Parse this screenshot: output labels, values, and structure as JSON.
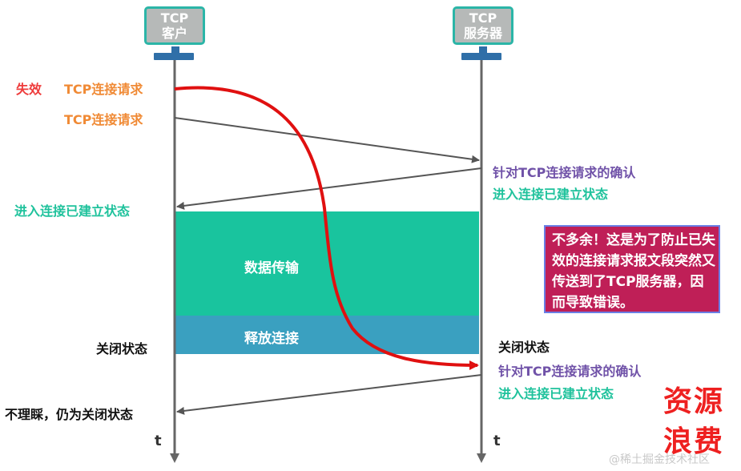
{
  "client": {
    "line1": "TCP",
    "line2": "客户"
  },
  "server": {
    "line1": "TCP",
    "line2": "服务器"
  },
  "left": {
    "invalid_tag": "失效",
    "req1": "TCP连接请求",
    "req2": "TCP连接请求",
    "established": "进入连接已建立状态",
    "closed": "关闭状态",
    "ignore": "不理睬，仍为关闭状态"
  },
  "right": {
    "ack1": "针对TCP连接请求的确认",
    "established1": "进入连接已建立状态",
    "closed": "关闭状态",
    "ack2": "针对TCP连接请求的确认",
    "established2": "进入连接已建立状态"
  },
  "bands": {
    "data": "数据传输",
    "release": "释放连接"
  },
  "note": {
    "text": "不多余！这是为了防止已失效的连接请求报文段突然又传送到了TCP服务器，因而导致错误。"
  },
  "waste": {
    "line1": "资源",
    "line2": "浪费"
  },
  "axis": {
    "t": "t"
  },
  "watermark": "@稀土掘金技术社区",
  "colors": {
    "orange": "#f08a35",
    "red": "#ee3b3b",
    "teal": "#1fc29c",
    "purple": "#7052a8",
    "band_data": "#19c49e",
    "band_release": "#3aa0c0",
    "note_bg": "#bf1f57"
  }
}
